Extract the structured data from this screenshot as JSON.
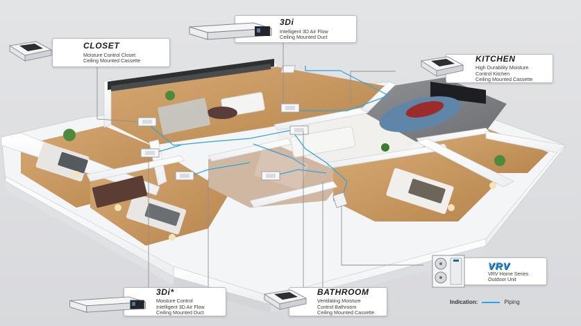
{
  "units": {
    "closet": {
      "title": "CLOSET",
      "lines": [
        "Moisture Control Closet",
        "Ceiling Mounted Cassette"
      ]
    },
    "duct_top": {
      "title": "3Di",
      "lines": [
        "Intelligent 3D Air Flow",
        "Ceiling Mounted Duct"
      ]
    },
    "kitchen": {
      "title": "KITCHEN",
      "lines": [
        "High Durability Moisture",
        "Control Kitchen",
        "Ceiling Mounted Cassette"
      ]
    },
    "vrv": {
      "title": "VRV",
      "lines": [
        "VRV Home Series",
        "Outdoor Unit"
      ]
    },
    "duct_bottom": {
      "title": "3Di*",
      "lines": [
        "Moisture Control",
        "Intelligent 3D Air Flow",
        "Ceiling Mounted Duct"
      ]
    },
    "bathroom": {
      "title": "BATHROOM",
      "lines": [
        "Ventilating Moisture",
        "Control Bathroom",
        "Ceiling Mounted Cassette"
      ]
    }
  },
  "legend": {
    "label": "Indication:",
    "item": "Piping"
  },
  "colors": {
    "piping": "#2aa3e6",
    "wall": "#ffffff",
    "floor": "#c99a63",
    "carpet": "#e7e1d8"
  }
}
